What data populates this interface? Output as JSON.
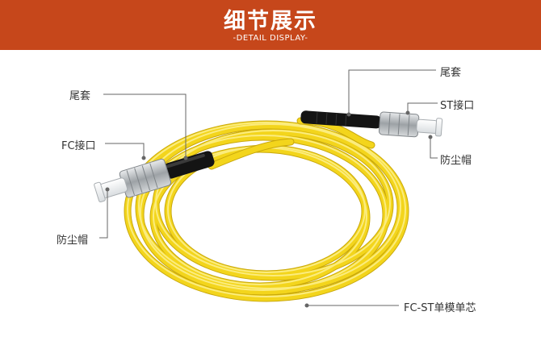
{
  "header": {
    "title": "细节展示",
    "subtitle": "-DETAIL DISPLAY-"
  },
  "callouts": {
    "left_boot": "尾套",
    "fc_connector": "FC接口",
    "left_dust_cap": "防尘帽",
    "right_boot": "尾套",
    "st_connector": "ST接口",
    "right_dust_cap": "防尘帽",
    "cable": "FC-ST单模单芯"
  },
  "colors": {
    "banner": "#c6471b",
    "cable": "#f3d51c",
    "cable_shadow": "#c9a80c",
    "boot": "#141414",
    "metal": "#b9bdc0"
  }
}
